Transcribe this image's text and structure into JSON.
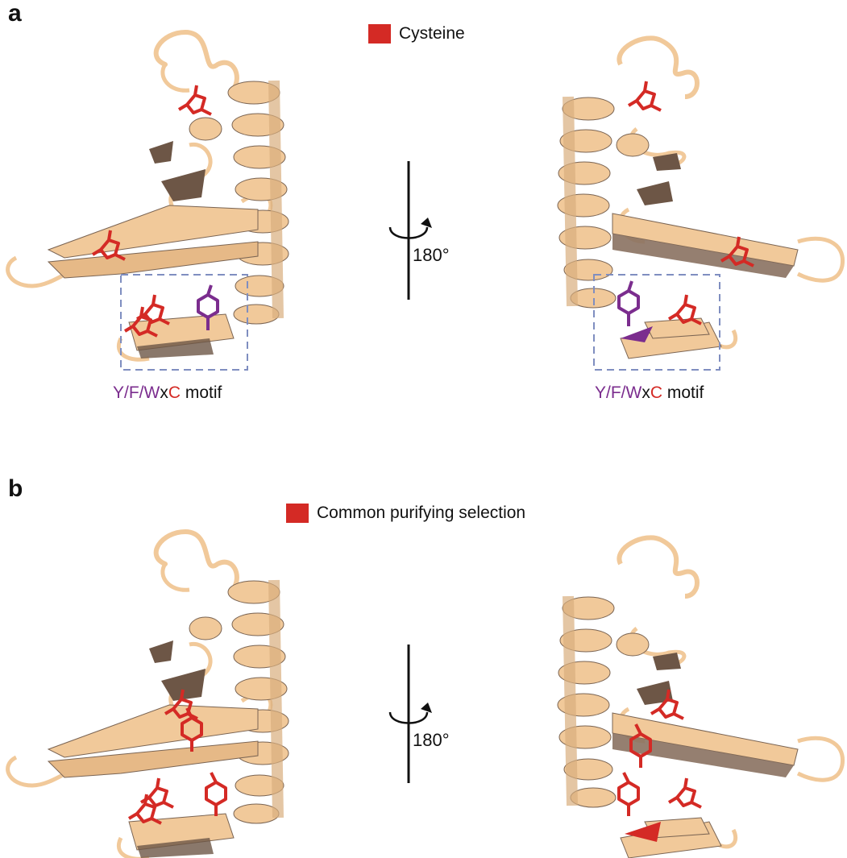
{
  "colors": {
    "ribbon": "#f1c99a",
    "ribbon_dark": "#7a6453",
    "cysteine": "#d42a25",
    "aromatic": "#7b2d8e",
    "box": "#7f8ec0"
  },
  "panels": [
    {
      "letter": "a",
      "legend": {
        "label": "Cysteine",
        "color": "#d42a25"
      },
      "rotation": "180°",
      "motif": {
        "aromatic": "Y/F/W",
        "x": "x",
        "cys": "C",
        "suffix": " motif"
      }
    },
    {
      "letter": "b",
      "legend": {
        "label": "Common purifying selection",
        "color": "#d42a25"
      },
      "rotation": "180°"
    }
  ],
  "icons": [
    "rotation-arrow-icon"
  ]
}
